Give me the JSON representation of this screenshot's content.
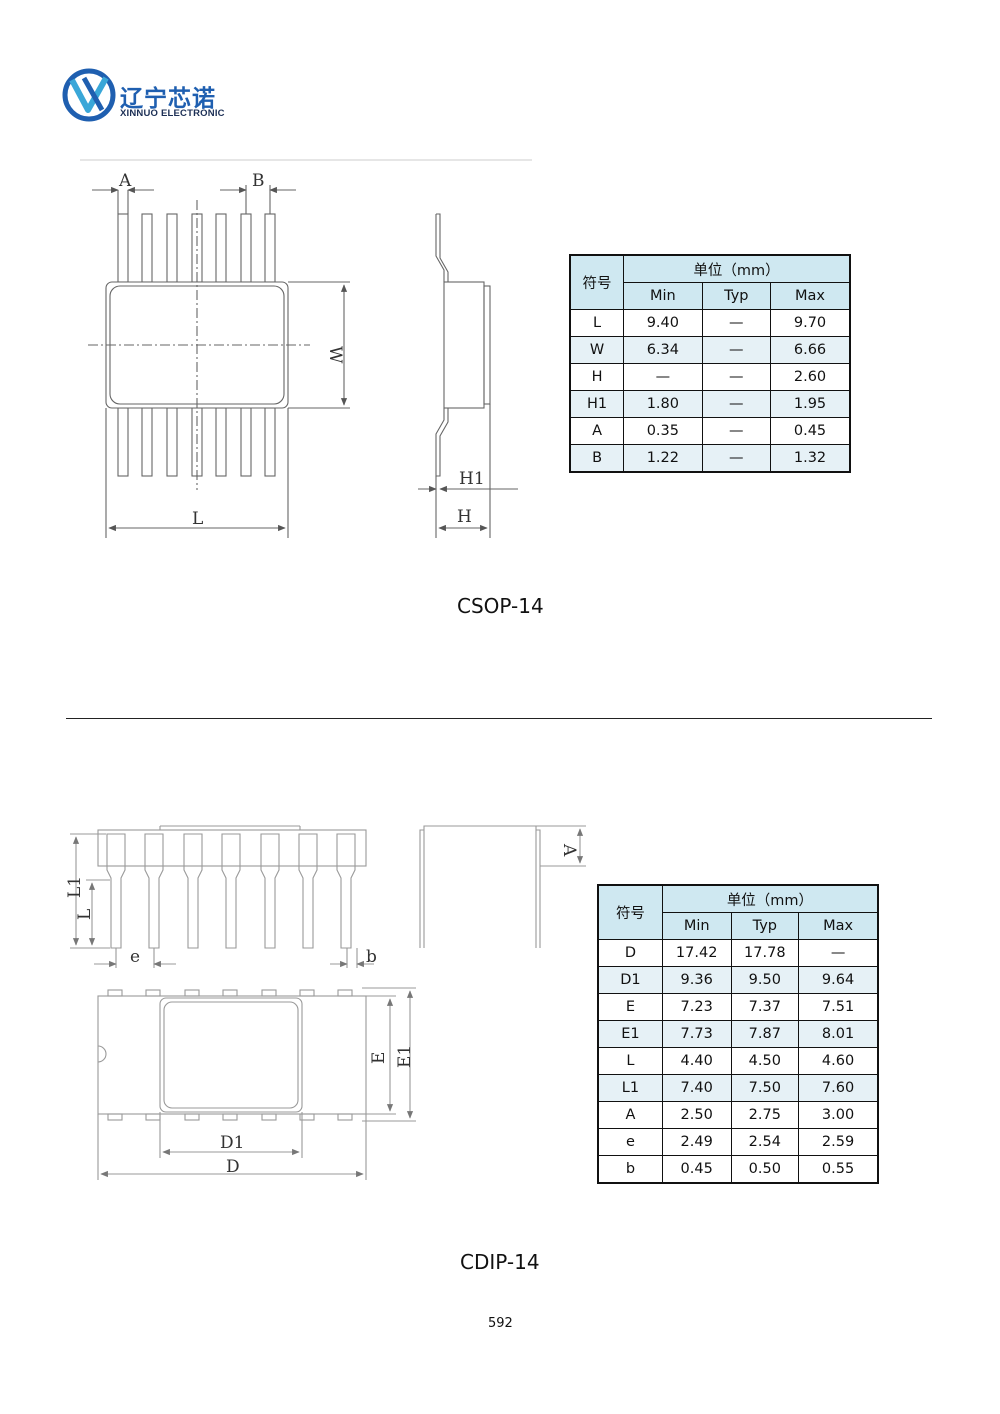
{
  "logo": {
    "name_cn": "辽宁芯诺",
    "name_en": "XINNUO ELECTRONIC",
    "colors": {
      "primary": "#1f5fb0",
      "accent": "#3aa7d8",
      "dark": "#1c2f55"
    }
  },
  "csop": {
    "caption": "CSOP-14",
    "dim_labels": {
      "A": "A",
      "B": "B",
      "W": "W",
      "L": "L",
      "H1": "H1",
      "H": "H"
    },
    "table": {
      "symbol_header": "符号",
      "unit_header": "单位（mm）",
      "col_min": "Min",
      "col_typ": "Typ",
      "col_max": "Max",
      "rows": [
        {
          "sym": "L",
          "min": "9.40",
          "typ": "—",
          "max": "9.70"
        },
        {
          "sym": "W",
          "min": "6.34",
          "typ": "—",
          "max": "6.66"
        },
        {
          "sym": "H",
          "min": "—",
          "typ": "—",
          "max": "2.60"
        },
        {
          "sym": "H1",
          "min": "1.80",
          "typ": "—",
          "max": "1.95"
        },
        {
          "sym": "A",
          "min": "0.35",
          "typ": "—",
          "max": "0.45"
        },
        {
          "sym": "B",
          "min": "1.22",
          "typ": "—",
          "max": "1.32"
        }
      ]
    }
  },
  "cdip": {
    "caption": "CDIP-14",
    "dim_labels": {
      "L1": "L1",
      "L": "L",
      "e": "e",
      "b": "b",
      "A": "A",
      "E": "E",
      "E1": "E1",
      "D1": "D1",
      "D": "D"
    },
    "table": {
      "symbol_header": "符号",
      "unit_header": "单位（mm）",
      "col_min": "Min",
      "col_typ": "Typ",
      "col_max": "Max",
      "rows": [
        {
          "sym": "D",
          "min": "17.42",
          "typ": "17.78",
          "max": "—"
        },
        {
          "sym": "D1",
          "min": "9.36",
          "typ": "9.50",
          "max": "9.64"
        },
        {
          "sym": "E",
          "min": "7.23",
          "typ": "7.37",
          "max": "7.51"
        },
        {
          "sym": "E1",
          "min": "7.73",
          "typ": "7.87",
          "max": "8.01"
        },
        {
          "sym": "L",
          "min": "4.40",
          "typ": "4.50",
          "max": "4.60"
        },
        {
          "sym": "L1",
          "min": "7.40",
          "typ": "7.50",
          "max": "7.60"
        },
        {
          "sym": "A",
          "min": "2.50",
          "typ": "2.75",
          "max": "3.00"
        },
        {
          "sym": "e",
          "min": "2.49",
          "typ": "2.54",
          "max": "2.59"
        },
        {
          "sym": "b",
          "min": "0.45",
          "typ": "0.50",
          "max": "0.55"
        }
      ]
    }
  },
  "page_number": "592"
}
